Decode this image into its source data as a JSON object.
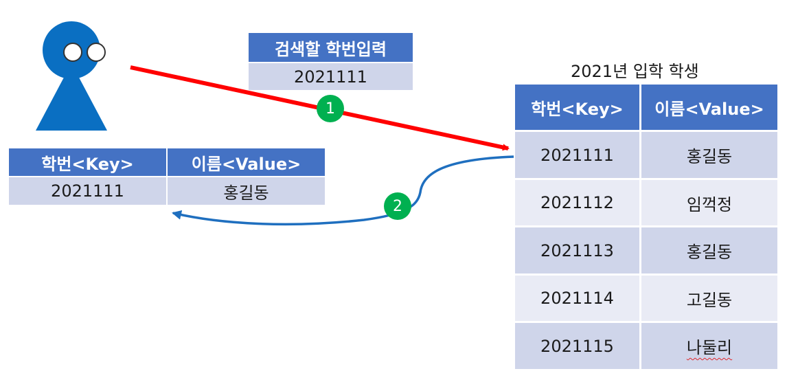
{
  "search_box": {
    "header": "검색할 학번입력",
    "value": "2021111"
  },
  "result_table": {
    "headers": [
      "학번<Key>",
      "이름<Value>"
    ],
    "row": [
      "2021111",
      "홍길동"
    ]
  },
  "student_table": {
    "title": "2021년 입학 학생",
    "headers": [
      "학번<Key>",
      "이름<Value>"
    ],
    "rows": [
      [
        "2021111",
        "홍길동"
      ],
      [
        "2021112",
        "임꺽정"
      ],
      [
        "2021113",
        "홍길동"
      ],
      [
        "2021114",
        "고길동"
      ],
      [
        "2021115",
        "나둘리"
      ]
    ]
  },
  "steps": [
    "1",
    "2"
  ],
  "colors": {
    "header_blue": "#4472c4",
    "row_dark": "#cfd5ea",
    "row_light": "#e9ebf5",
    "person_blue": "#0a6fc2",
    "arrow_red": "#ff0000",
    "arrow_blue": "#1f6fbf",
    "step_green": "#00b050"
  }
}
